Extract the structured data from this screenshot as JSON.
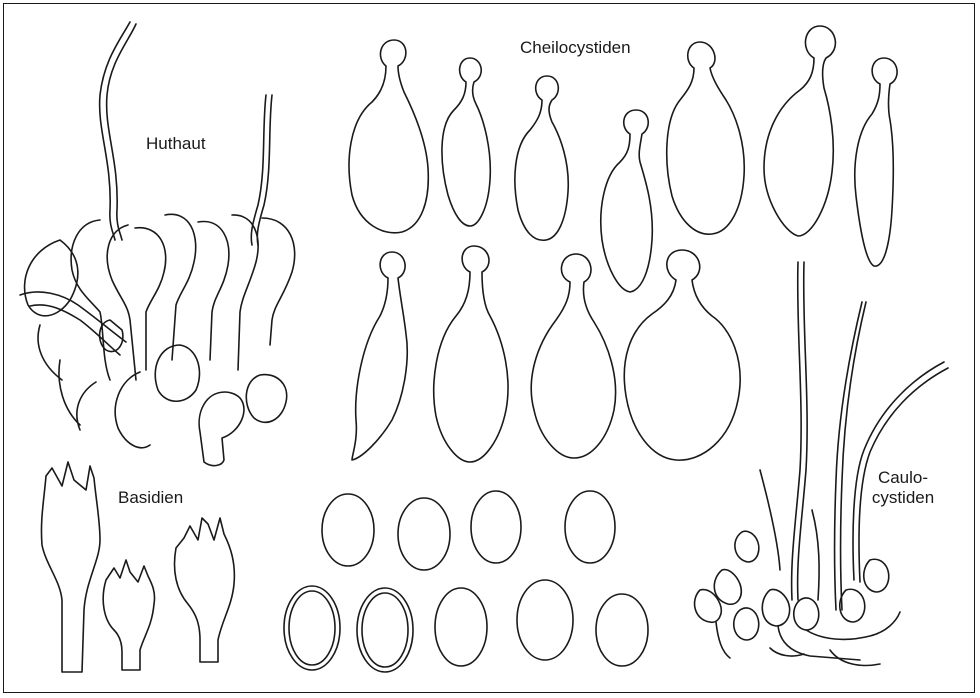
{
  "labels": {
    "huthaut": "Huthaut",
    "cheilocystiden": "Cheilocystiden",
    "basidien": "Basidien",
    "caulocystiden_line1": "Caulo-",
    "caulocystiden_line2": "cystiden"
  },
  "counts": {
    "cheilocystidia": 11,
    "basidia": 3,
    "spores": 9
  },
  "colors": {
    "line": "#1a1a1a",
    "paper": "#ffffff"
  }
}
